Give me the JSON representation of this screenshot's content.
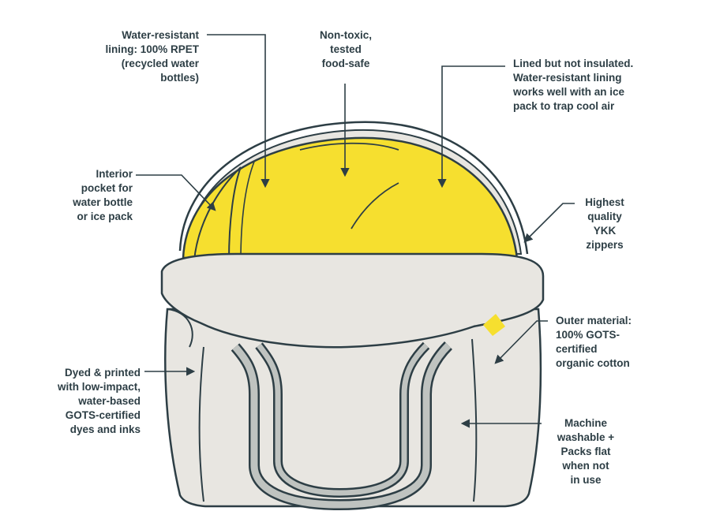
{
  "colors": {
    "outline": "#2d3e45",
    "lining_yellow": "#f6df2f",
    "canvas_cotton": "#e8e6e1",
    "strap_gray": "#bfc3c0"
  },
  "callouts": {
    "lining": "Water-resistant\nlining: 100% RPET\n(recycled water\nbottles)",
    "nontoxic": "Non-toxic,\ntested\nfood-safe",
    "lined": "Lined but not insulated.\nWater-resistant lining\nworks well with an ice\npack to trap cool air",
    "pocket": "Interior\npocket for\nwater bottle\nor ice pack",
    "zippers": "Highest\nquality\nYKK\nzippers",
    "outer": "Outer material:\n100% GOTS-\ncertified\norganic cotton",
    "dyes": "Dyed & printed\nwith low-impact,\nwater-based\nGOTS-certified\ndyes and inks",
    "washable": "Machine\nwashable +\nPacks flat\nwhen not\nin use"
  }
}
